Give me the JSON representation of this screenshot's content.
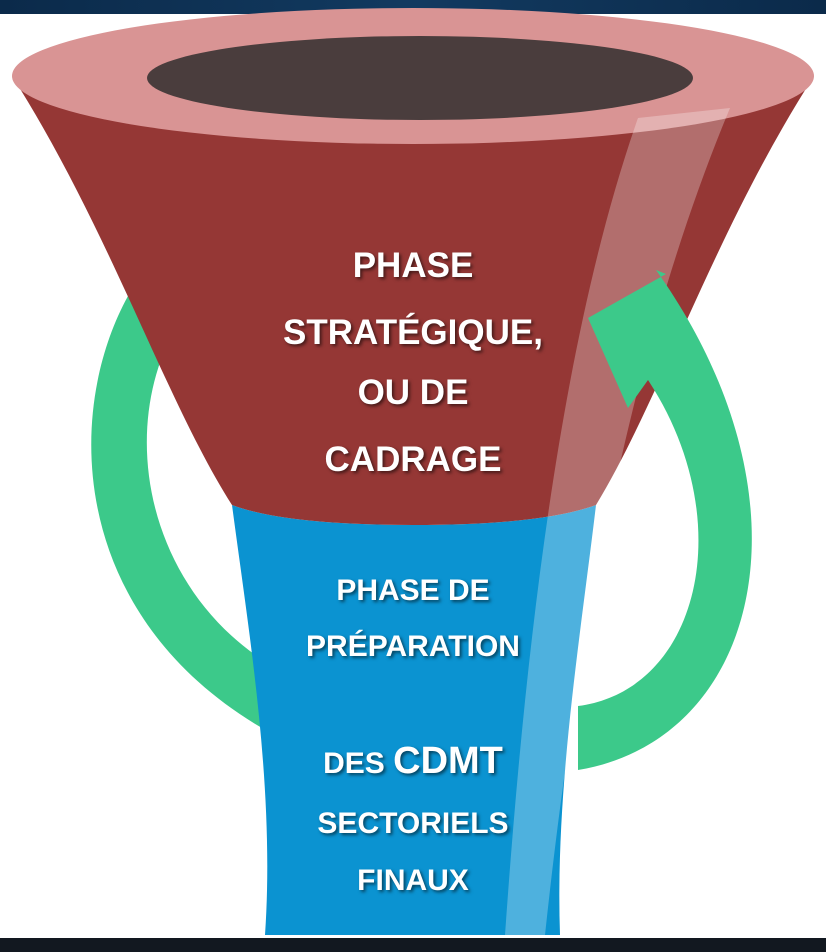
{
  "top_phase": {
    "lines": [
      "PHASE",
      "STRATÉGIQUE,",
      "OU DE",
      "CADRAGE"
    ]
  },
  "middle_phase": {
    "lines": [
      "PHASE DE",
      "PRÉPARATION"
    ]
  },
  "bottom_phase": {
    "line1_prefix": "DES",
    "line1_main": "CDMT",
    "lines": [
      "SECTORIELS",
      "FINAUX"
    ]
  },
  "colors": {
    "frame": "#0b2a4a",
    "funnel_rim": "#d99494",
    "funnel_hole": "#4a3d3d",
    "funnel_top": "#953735",
    "funnel_bottom": "#0b93d1",
    "arrows": "#3cc98a"
  }
}
